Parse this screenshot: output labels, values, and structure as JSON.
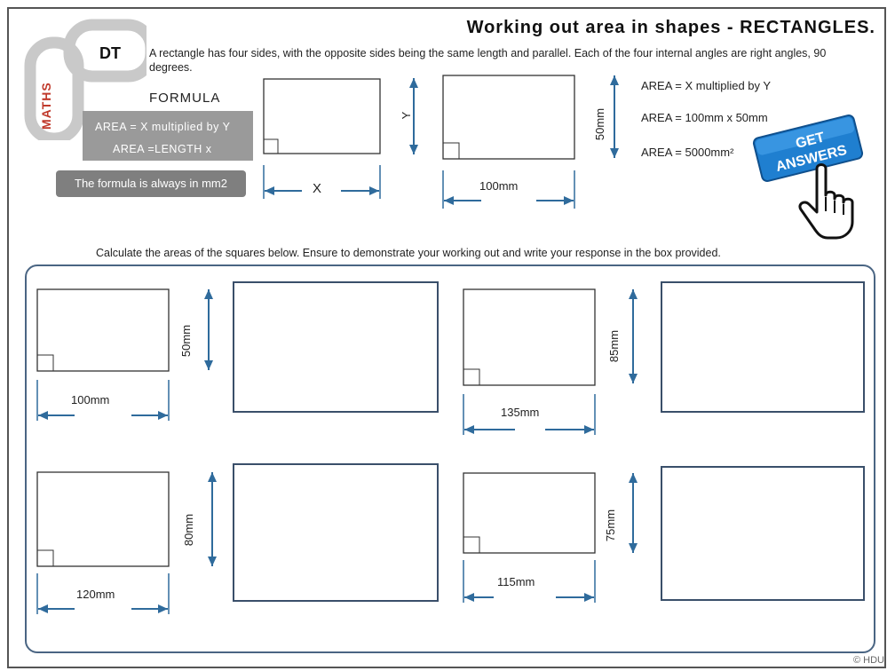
{
  "header": {
    "title": "Working out area in shapes - RECTANGLES.",
    "logo_dt": "DT",
    "logo_maths": "MATHS"
  },
  "intro": {
    "text": "A rectangle has four sides, with the opposite sides being the same length  and parallel. Each of the four internal angles are right angles, 90 degrees."
  },
  "formula": {
    "heading": "FORMULA",
    "line1": "AREA = X multiplied by Y",
    "line2": "AREA =LENGTH x",
    "note": "The formula is always in mm2"
  },
  "example1": {
    "x_label": "X",
    "y_label": "Y"
  },
  "example2": {
    "width_label": "100mm",
    "height_label": "50mm",
    "step1": "AREA = X multiplied by Y",
    "step2": "AREA =  100mm x 50mm",
    "step3": "AREA = 5000mm²"
  },
  "get_answers": {
    "line1": "GET",
    "line2": "ANSWERS"
  },
  "instructions": "Calculate the areas of the squares below. Ensure to demonstrate your working out and write your response in the box provided.",
  "exercises": [
    {
      "width_label": "100mm",
      "height_label": "50mm"
    },
    {
      "width_label": "135mm",
      "height_label": "85mm"
    },
    {
      "width_label": "120mm",
      "height_label": "80mm"
    },
    {
      "width_label": "115mm",
      "height_label": "75mm"
    }
  ],
  "colors": {
    "arrow": "#2f6b9c",
    "panel_border": "#4a6583",
    "logo_grey": "#c9c9c9",
    "logo_red": "#c0392b",
    "button_blue": "#1f7fd0"
  },
  "footer": {
    "copyright": "© HDU"
  }
}
